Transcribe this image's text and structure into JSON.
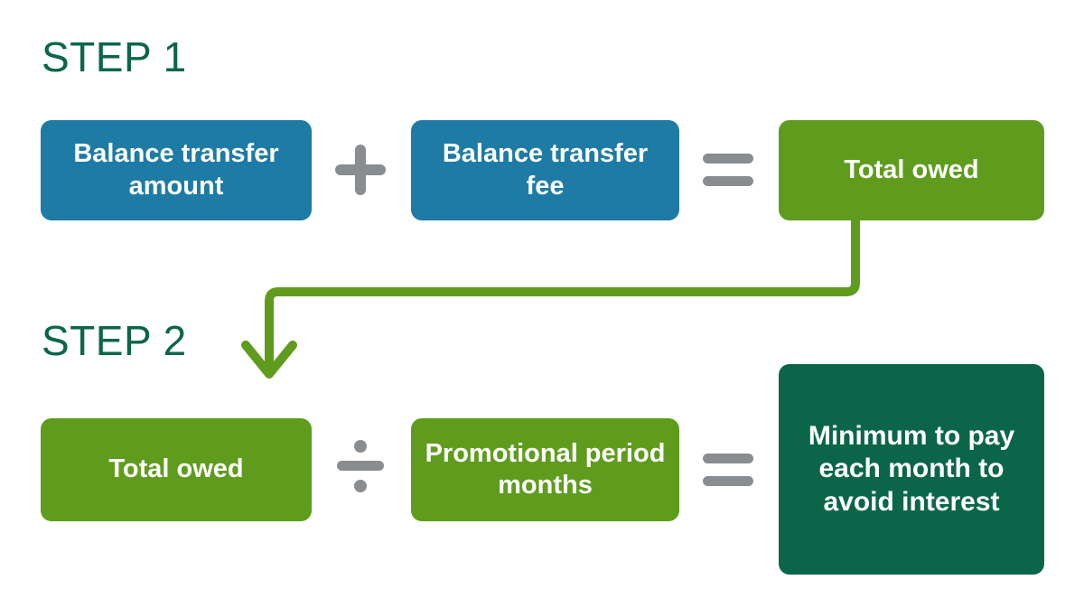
{
  "diagram": {
    "title_present": false,
    "background": "#ffffff",
    "colors": {
      "blue": "#1d7ba5",
      "green": "#5f9c1d",
      "dark_green": "#0b6649",
      "operator_gray": "#8a8d8f",
      "text_on_box": "#ffffff"
    },
    "steps": [
      {
        "id": "step1",
        "label": "STEP 1"
      },
      {
        "id": "step2",
        "label": "STEP 2"
      }
    ],
    "step1": {
      "label": "STEP 1",
      "boxes": [
        {
          "id": "bt-amount",
          "label": "Balance transfer amount",
          "color": "#1d7ba5"
        },
        {
          "id": "bt-fee",
          "label": "Balance transfer fee",
          "color": "#1d7ba5"
        },
        {
          "id": "total-owed",
          "label": "Total owed",
          "color": "#5f9c1d"
        }
      ],
      "operators": [
        {
          "id": "plus",
          "symbol": "+",
          "name": "plus-sign"
        },
        {
          "id": "equals",
          "symbol": "=",
          "name": "equals-sign"
        }
      ],
      "equation": "Balance transfer amount + Balance transfer fee = Total owed"
    },
    "step2": {
      "label": "STEP 2",
      "boxes": [
        {
          "id": "total-owed",
          "label": "Total owed",
          "color": "#5f9c1d"
        },
        {
          "id": "promo-months",
          "label": "Promotional period months",
          "color": "#5f9c1d"
        },
        {
          "id": "minimum",
          "label": "Minimum to pay each month to avoid interest",
          "color": "#0b6649"
        }
      ],
      "operators": [
        {
          "id": "divide",
          "symbol": "÷",
          "name": "division-sign"
        },
        {
          "id": "equals",
          "symbol": "=",
          "name": "equals-sign"
        }
      ],
      "equation": "Total owed ÷ Promotional period months = Minimum to pay each month to avoid interest"
    },
    "connector": {
      "name": "flow-arrow",
      "from": "step1-total-owed",
      "to": "step2-total-owed",
      "color": "#5f9c1d"
    }
  }
}
